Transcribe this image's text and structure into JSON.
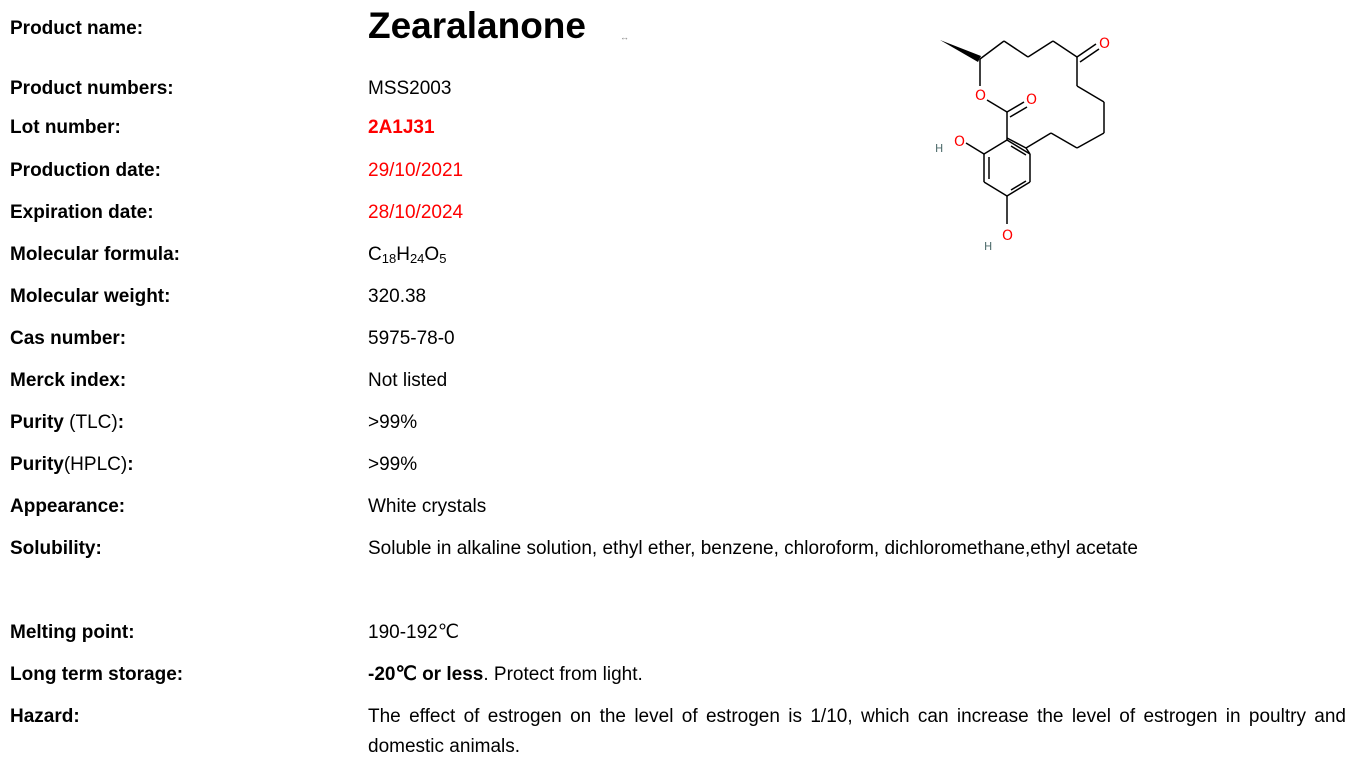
{
  "product": {
    "label": "Product name:",
    "name": "Zearalanone",
    "name_mark": "↔"
  },
  "rows": [
    {
      "id": "product-numbers",
      "label": "Product numbers:",
      "value": "MSS2003"
    },
    {
      "id": "lot-number",
      "label": "Lot number:",
      "value": "2A1J31"
    },
    {
      "id": "production-date",
      "label": "Production date:",
      "value": "29/10/2021"
    },
    {
      "id": "expiration-date",
      "label": "Expiration date:",
      "value": "28/10/2024"
    },
    {
      "id": "molecular-weight",
      "label": "Molecular weight:",
      "value": "320.38"
    },
    {
      "id": "cas-number",
      "label": "Cas number:",
      "value": "5975-78-0"
    },
    {
      "id": "merck-index",
      "label": "Merck index:",
      "value": "Not listed"
    },
    {
      "id": "appearance",
      "label": "Appearance:",
      "value": "White crystals"
    },
    {
      "id": "melting-point",
      "label": "Melting point:",
      "value": "190-192℃"
    }
  ],
  "formula": {
    "label": "Molecular formula:",
    "parts": [
      "C",
      "18",
      "H",
      "24",
      "O",
      "5"
    ]
  },
  "purity_tlc": {
    "label_bold": "Purity",
    "label_plain": " (TLC)",
    "colon": ":",
    "value": ">99%"
  },
  "purity_hplc": {
    "label_bold": "Purity",
    "label_plain": "(HPLC)",
    "colon": ":",
    "value": ">99%"
  },
  "solubility": {
    "label": "Solubility:",
    "value": "Soluble in alkaline solution, ethyl ether, benzene, chloroform, dichloromethane,ethyl acetate"
  },
  "storage": {
    "label": "Long term storage:",
    "value_bold": "-20℃ or less",
    "value_rest": ". Protect from light."
  },
  "hazard": {
    "label": "Hazard:",
    "value": "The effect of estrogen on the level of estrogen is 1/10, which can increase the level of estrogen in poultry and domestic animals."
  },
  "structure": {
    "atoms": {
      "oxygen": "O",
      "hydrogen": "H"
    },
    "colors": {
      "bond": "#000000",
      "oxygen": "#ff0000",
      "hydrogen": "#4d6b6b"
    }
  },
  "colors": {
    "highlight": "#ff0000",
    "text": "#000000"
  }
}
